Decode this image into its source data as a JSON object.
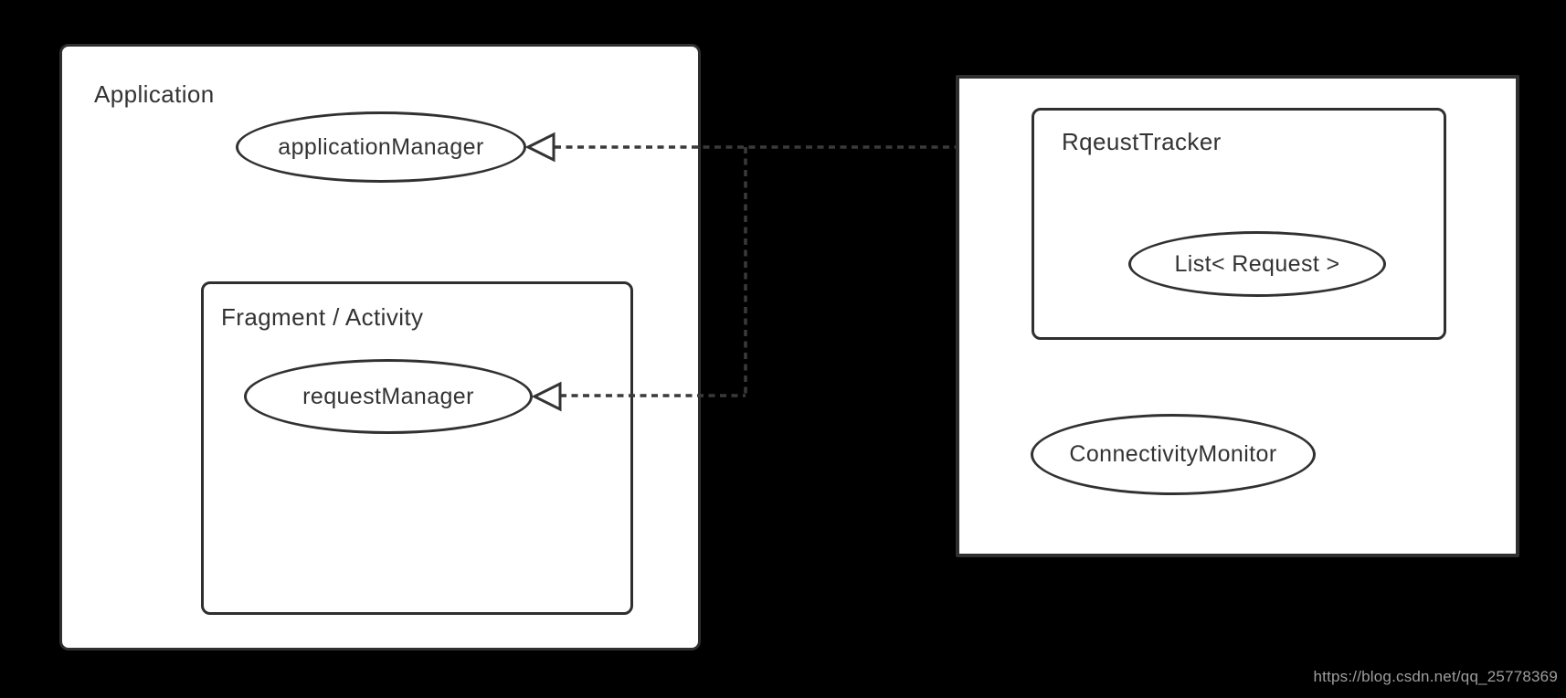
{
  "page": {
    "background": "#000000",
    "watermark": "https://blog.csdn.net/qq_25778369"
  },
  "diagram": {
    "type": "uml-object-diagram",
    "left_container": {
      "label": "Application",
      "ellipse": {
        "label": "applicationManager"
      },
      "inner_box": {
        "label": "Fragment / Activity",
        "ellipse": {
          "label": "requestManager"
        }
      }
    },
    "right_container": {
      "inner_box": {
        "label": "RqeustTracker",
        "ellipse": {
          "label": "List< Request >"
        }
      },
      "ellipse": {
        "label": "ConnectivityMonitor"
      }
    },
    "connectors": [
      {
        "from": "right_container",
        "to": "applicationManager",
        "style": "dotted",
        "arrowhead": "open-triangle"
      },
      {
        "from": "right_container",
        "to": "requestManager",
        "style": "dotted",
        "arrowhead": "open-triangle"
      }
    ],
    "colors": {
      "background": "#000000",
      "box_fill": "#ffffff",
      "stroke": "#2f2f2f",
      "text": "#333333",
      "connector": "#3a3a3a",
      "watermark_text": "#9e9e9e"
    }
  }
}
